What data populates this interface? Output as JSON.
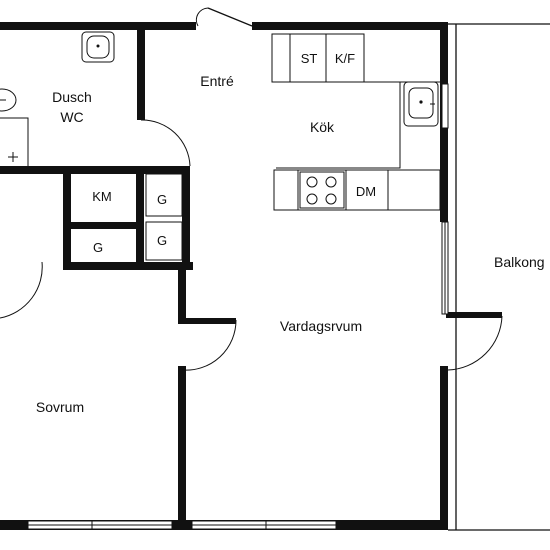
{
  "rooms": {
    "dusch": "Dusch",
    "wc": "WC",
    "entre": "Entré",
    "kok": "Kök",
    "km": "KM",
    "g1": "G",
    "g2": "G",
    "g3": "G",
    "balkong": "Balkong",
    "vardagsrum": "Vardagsrvum",
    "sovrum": "Sovrum"
  },
  "appliances": {
    "st": "ST",
    "kf": "K/F",
    "dm": "DM"
  }
}
